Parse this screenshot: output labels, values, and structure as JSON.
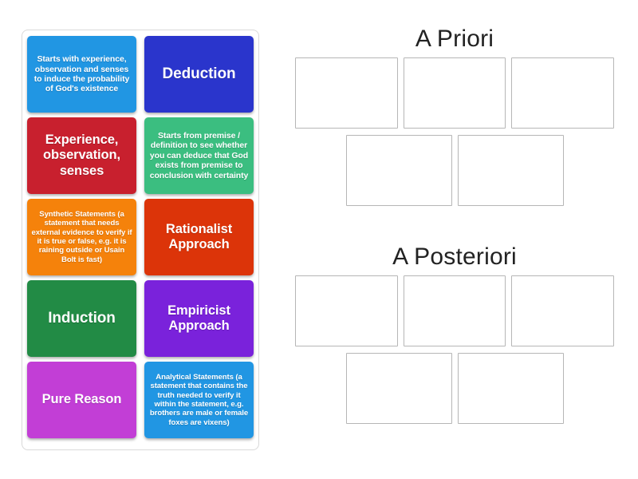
{
  "activity": {
    "type": "group-sort-drag-and-drop"
  },
  "tray": {
    "name": "draggable-tiles-tray",
    "tiles": [
      {
        "id": "tile-1",
        "label": "Starts with experience, observation and senses to induce the probability of God's existence",
        "color": "#2196E3",
        "size": "long"
      },
      {
        "id": "tile-2",
        "label": "Deduction",
        "color": "#2A35CC",
        "size": "short"
      },
      {
        "id": "tile-3",
        "label": "Experience, observation, senses",
        "color": "#C8202E",
        "size": "med"
      },
      {
        "id": "tile-4",
        "label": "Starts from premise / definition to see whether you can deduce that God exists from premise to conclusion with certainty",
        "color": "#3BBE80",
        "size": "long"
      },
      {
        "id": "tile-5",
        "label": "Synthetic Statements (a statement that needs external evidence to verify if it is true or false, e.g. it is raining outside or Usain Bolt is fast)",
        "color": "#F5820B",
        "size": "xlong"
      },
      {
        "id": "tile-6",
        "label": "Rationalist Approach",
        "color": "#DC3409",
        "size": "med"
      },
      {
        "id": "tile-7",
        "label": "Induction",
        "color": "#228B45",
        "size": "short"
      },
      {
        "id": "tile-8",
        "label": "Empiricist Approach",
        "color": "#7A22DB",
        "size": "med"
      },
      {
        "id": "tile-9",
        "label": "Pure Reason",
        "color": "#C23ED6",
        "size": "med"
      },
      {
        "id": "tile-10",
        "label": "Analytical Statements (a statement that contains the truth needed to verify it within the statement, e.g. brothers are male or female foxes are vixens)",
        "color": "#2196E3",
        "size": "xlong"
      }
    ]
  },
  "groups": [
    {
      "id": "a-priori",
      "title": "A Priori",
      "rows": [
        {
          "zones": [
            "zone-1",
            "zone-2",
            "zone-3"
          ]
        },
        {
          "zones": [
            "zone-4",
            "zone-5"
          ]
        }
      ]
    },
    {
      "id": "a-posteriori",
      "title": "A Posteriori",
      "rows": [
        {
          "zones": [
            "zone-6",
            "zone-7",
            "zone-8"
          ]
        },
        {
          "zones": [
            "zone-9",
            "zone-10"
          ]
        }
      ]
    }
  ],
  "colors": {
    "tray_border": "#d9d9d9",
    "zone_border": "#b6b6b6",
    "background": "#ffffff",
    "title_text": "#222222",
    "tile_text": "#ffffff"
  }
}
